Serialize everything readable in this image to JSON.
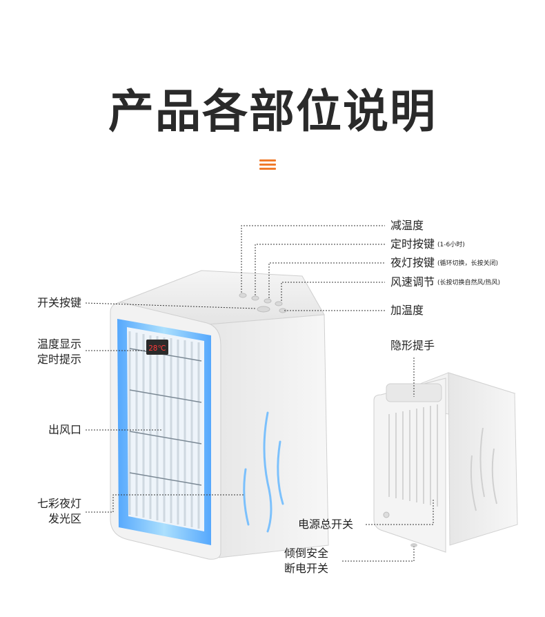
{
  "title": "产品各部位说明",
  "labels": {
    "decrease_temp": "减温度",
    "timer_key": "定时按键",
    "timer_note": "(1-6小时)",
    "night_light_key": "夜灯按键",
    "night_light_note": "(循环切换，长按关闭)",
    "fan_speed": "风速调节",
    "fan_speed_note": "(长按切换自然风/热风)",
    "increase_temp": "加温度",
    "power_key": "开关按键",
    "temp_display_1": "温度显示",
    "temp_display_2": "定时提示",
    "air_outlet": "出风口",
    "colorful_light_1": "七彩夜灯",
    "colorful_light_2": "发光区",
    "hidden_handle": "隐形提手",
    "main_power": "电源总开关",
    "tilt_safety_1": "倾倒安全",
    "tilt_safety_2": "断电开关"
  },
  "display": {
    "readout": "28℃"
  },
  "colors": {
    "accent": "#f07a2a",
    "light_blue": "#5fb9ff"
  }
}
